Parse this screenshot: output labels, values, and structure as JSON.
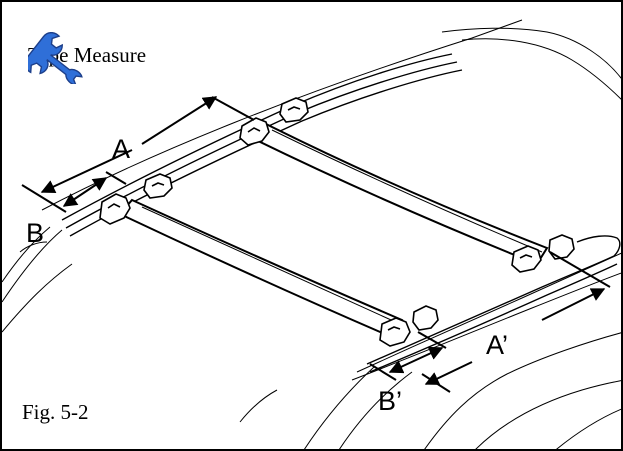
{
  "tool": {
    "label": "Tape Measure",
    "icon": "wrench-icon",
    "icon_color": "#2f6fd8"
  },
  "figure_label": "Fig. 5-2",
  "dimensions": {
    "a": "A",
    "b": "B",
    "a_prime": "A’",
    "b_prime": "B’"
  }
}
